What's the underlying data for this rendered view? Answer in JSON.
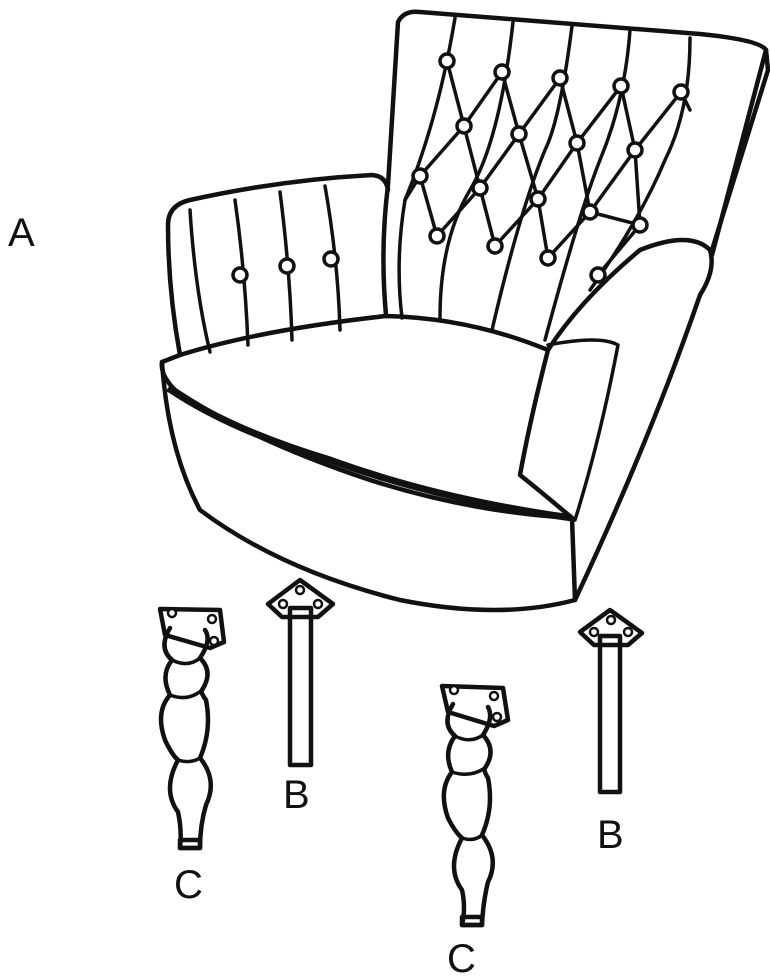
{
  "labels": {
    "chair": "A",
    "bracket_leg_1": "B",
    "bracket_leg_2": "B",
    "turned_leg_1": "C",
    "turned_leg_2": "C"
  },
  "colors": {
    "ink": "#111111",
    "paper": "#ffffff"
  }
}
